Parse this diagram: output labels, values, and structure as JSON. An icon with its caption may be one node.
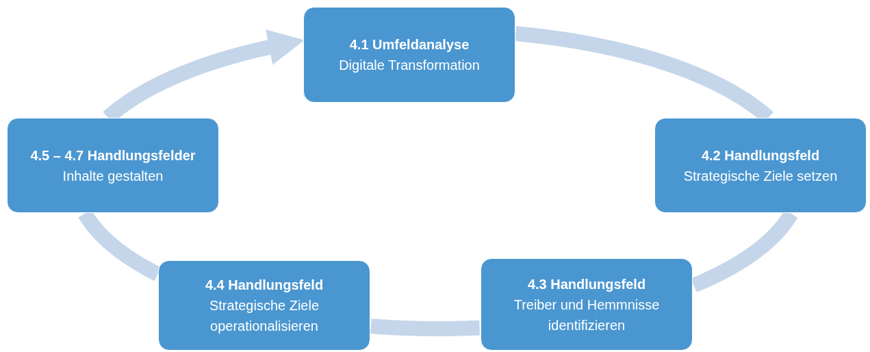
{
  "diagram": {
    "nodes": [
      {
        "text": [
          "4.1 Umfeldanalyse",
          "Digitale Transformation"
        ]
      },
      {
        "text": [
          "4.2 Handlungsfeld",
          "Strategische Ziele setzen"
        ]
      },
      {
        "text": [
          "4.3 Handlungsfeld",
          "Treiber und Hemmnisse identifizieren"
        ]
      },
      {
        "text": [
          "4.4 Handlungsfeld",
          "Strategische Ziele operationalisieren"
        ]
      },
      {
        "text": [
          "4.5 – 4.7 Handlungsfelder",
          "Inhalte gestalten"
        ]
      }
    ],
    "edges": [
      {
        "from": 0,
        "to": 1,
        "arrow": "none"
      },
      {
        "from": 1,
        "to": 2,
        "arrow": "none"
      },
      {
        "from": 2,
        "to": 3,
        "arrow": "none"
      },
      {
        "from": 3,
        "to": 4,
        "arrow": "none"
      },
      {
        "from": 4,
        "to": 0,
        "arrow": "to"
      }
    ]
  }
}
